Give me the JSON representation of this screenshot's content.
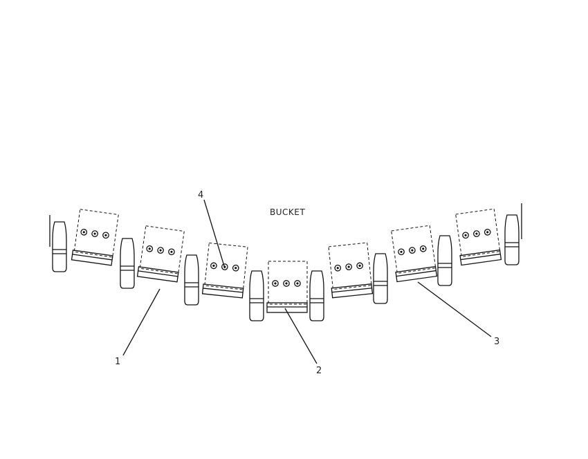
{
  "title": "BUCKET",
  "callouts": [
    {
      "id": "1",
      "text": "1"
    },
    {
      "id": "2",
      "text": "2"
    },
    {
      "id": "3",
      "text": "3"
    },
    {
      "id": "4",
      "text": "4"
    }
  ],
  "colors": {
    "line": "#111111",
    "background": "#ffffff"
  }
}
